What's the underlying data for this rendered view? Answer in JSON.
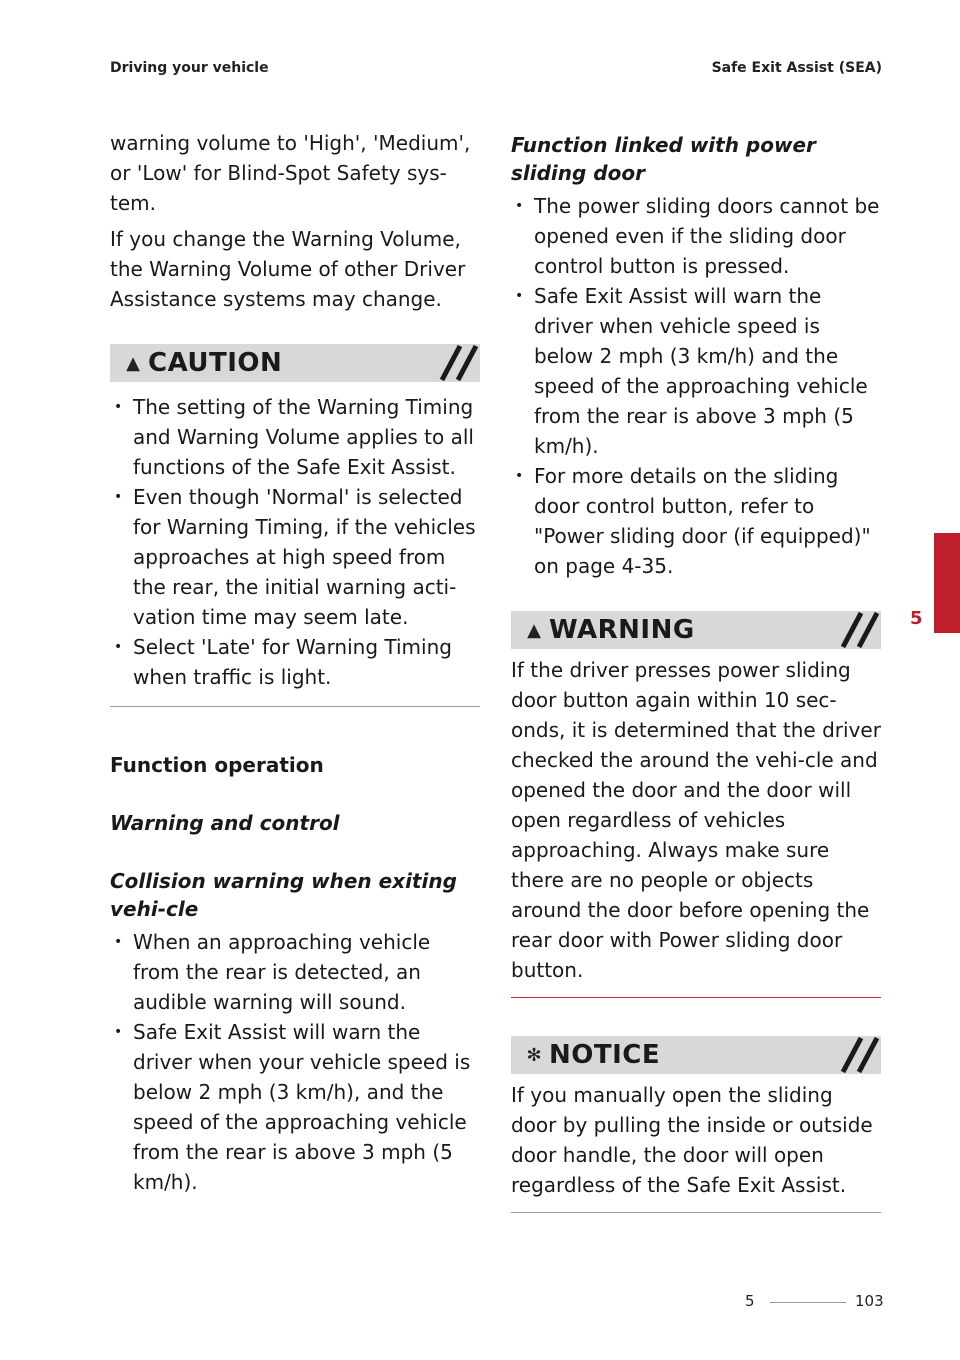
{
  "header": {
    "left": "Driving your vehicle",
    "right": "Safe Exit Assist (SEA)"
  },
  "left_column": {
    "intro_para1": "warning volume to 'High', 'Medium', or 'Low' for Blind-Spot Safety sys-tem.",
    "intro_para2": "If you change the Warning Volume, the Warning Volume of other Driver Assistance systems may change.",
    "caution": {
      "icon": "warning-triangle-icon",
      "title": "CAUTION",
      "items": [
        "The setting of the Warning Timing and Warning Volume applies to all functions of the Safe Exit Assist.",
        "Even though 'Normal' is selected for Warning Timing, if the vehicles approaches at high speed from the rear, the initial warning acti-vation time may seem late.",
        "Select 'Late' for Warning Timing when traffic is light."
      ]
    },
    "section_heading": "Function operation",
    "subheading1": "Warning and control",
    "subheading2": "Collision warning when exiting vehi-cle",
    "items": [
      "When an approaching vehicle from the rear is detected, an audible warning will sound.",
      "Safe Exit Assist will warn the driver when your vehicle speed is below 2 mph (3 km/h), and the speed of the approaching vehicle from the rear is above 3 mph (5 km/h)."
    ]
  },
  "right_column": {
    "subheading": "Function linked with power sliding door",
    "items": [
      "The power sliding doors cannot be opened even if the sliding door control button is pressed.",
      "Safe Exit Assist will warn the driver when vehicle speed is below 2 mph (3 km/h) and the speed of the approaching vehicle from the rear is above 3 mph (5 km/h).",
      "For more details on the sliding door control button, refer to \"Power sliding door (if equipped)\" on page 4-35."
    ],
    "warning": {
      "icon": "warning-triangle-icon",
      "title": "WARNING",
      "text": "If the driver presses power sliding door button again within 10 sec-onds, it is determined that the driver checked the around the vehi-cle and opened the door and the door will open regardless of vehicles approaching. Always make sure there are no people or objects around the door before opening the rear door with Power sliding door button."
    },
    "notice": {
      "icon": "asterisk-icon",
      "title": "NOTICE",
      "text": "If you manually open the sliding door by pulling the inside or outside door handle, the door will open regardless of the Safe Exit Assist."
    }
  },
  "side_tab": {
    "number": "5",
    "color": "#bf1e2d"
  },
  "footer": {
    "chapter": "5",
    "page": "103"
  },
  "colors": {
    "banner_bg": "#d8d8d8",
    "accent_red": "#bf1e2d"
  }
}
